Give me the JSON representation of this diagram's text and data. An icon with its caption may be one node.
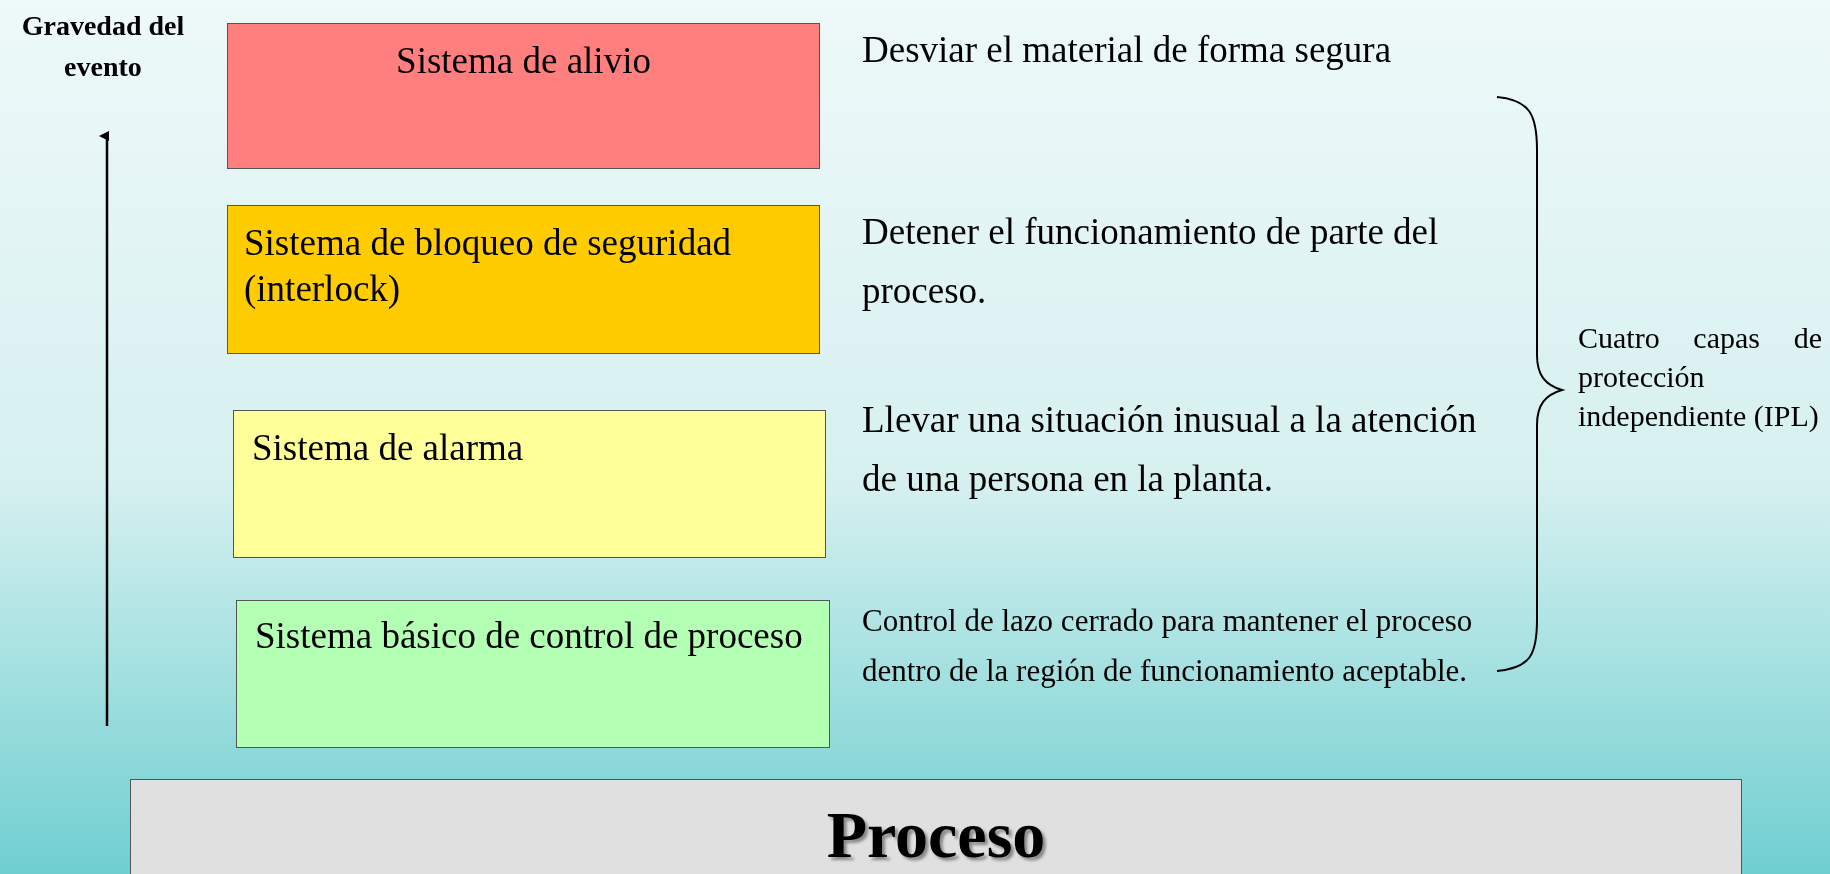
{
  "diagram": {
    "nodes": [
      {
        "text": [
          "Sistema de alivio"
        ],
        "beside": [
          "Desviar el material de forma segura"
        ]
      },
      {
        "text": [
          "Sistema de bloqueo de seguridad (interlock)"
        ],
        "beside": [
          "Detener el funcionamiento de parte del proceso."
        ]
      },
      {
        "text": [
          "Sistema de alarma"
        ],
        "beside": [
          "Llevar una situación inusual a la atención de una persona en la planta."
        ]
      },
      {
        "text": [
          "Sistema básico de control de proceso"
        ],
        "beside": [
          "Control de lazo cerrado para mantener el proceso dentro de la región de funcionamiento aceptable."
        ]
      },
      {
        "text": [
          "Proceso"
        ]
      }
    ],
    "labels": [
      "Gravedad del evento",
      "Cuatro capas de protección independiente (IPL)"
    ]
  }
}
